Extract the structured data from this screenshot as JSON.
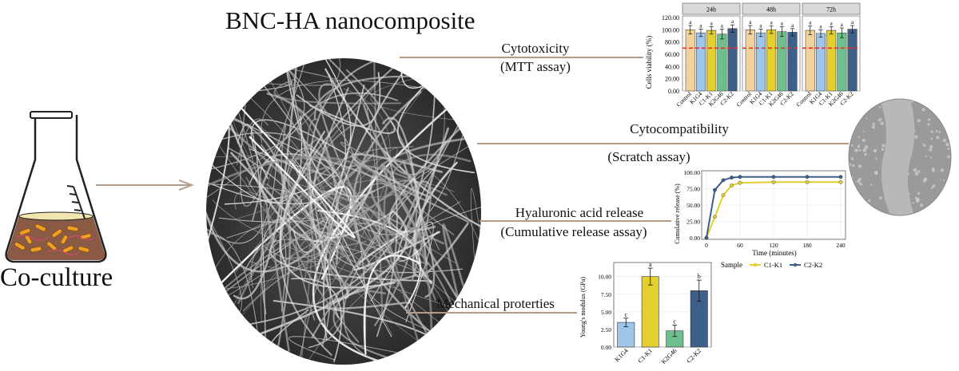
{
  "title": "BNC-HA nanocomposite",
  "left_label": "Co-culture",
  "labels": {
    "cytotoxicity": "Cytotoxicity",
    "mtt": "(MTT assay)",
    "cytocompat": "Cytocompatibility",
    "scratch": "(Scratch assay)",
    "ha_release": "Hyaluronic acid release",
    "cumulative": "(Cumulative release assay)",
    "mechanical": "Mechanical proterties"
  },
  "colors": {
    "connector": "#b59a84",
    "control": "#f2d29b",
    "k1g4": "#9fc5e8",
    "c1k1": "#e3cf2e",
    "k2g46": "#6fbf8e",
    "c2k2": "#3d5f8a",
    "threshold": "#e03030"
  },
  "chart_data": [
    {
      "type": "bar",
      "panels": [
        "24h",
        "48h",
        "72h"
      ],
      "categories": [
        "Control",
        "K1G4",
        "C1-K1",
        "K2G46",
        "C2-K2"
      ],
      "series": [
        {
          "values": [
            100,
            95,
            99,
            93,
            102
          ]
        },
        {
          "values": [
            100,
            95,
            100,
            97,
            96
          ]
        },
        {
          "values": [
            99,
            94,
            99,
            95,
            101
          ]
        }
      ],
      "letters": [
        "a",
        "a",
        "a",
        "a",
        "a"
      ],
      "errors": [
        7,
        6,
        6,
        8,
        6
      ],
      "threshold": 70,
      "ylabel": "Cells viability (%)",
      "yticks": [
        "0.00",
        "20.00",
        "40.00",
        "60.00",
        "80.00",
        "100.00",
        "120.00"
      ],
      "ylim": [
        0,
        120
      ]
    },
    {
      "type": "line",
      "x": [
        0,
        15,
        30,
        45,
        60,
        120,
        180,
        240
      ],
      "series": [
        {
          "name": "C1-K1",
          "values": [
            0,
            32,
            65,
            80,
            84,
            85,
            85,
            85
          ]
        },
        {
          "name": "C2-K2",
          "values": [
            0,
            73,
            88,
            92,
            93,
            93,
            93,
            93
          ]
        }
      ],
      "xlabel": "Time (minutes)",
      "ylabel": "Cumulative release (%)",
      "xticks": [
        "0",
        "60",
        "120",
        "180",
        "240"
      ],
      "yticks": [
        "0.00",
        "25.00",
        "50.00",
        "75.00",
        "100.00"
      ],
      "xlim": [
        0,
        240
      ],
      "ylim": [
        0,
        100
      ],
      "legend_title": "Sample"
    },
    {
      "type": "bar",
      "categories": [
        "K1G4",
        "C1-K1",
        "K2G46",
        "C2-K2"
      ],
      "values": [
        3.5,
        10.0,
        2.3,
        8.0
      ],
      "errors": [
        0.6,
        1.2,
        0.8,
        1.5
      ],
      "letters": [
        "c",
        "a",
        "c",
        "b"
      ],
      "ylabel": "Young's modulus (GPa)",
      "yticks": [
        "0.00",
        "2.50",
        "5.00",
        "7.50",
        "10.00"
      ],
      "ylim": [
        0,
        12
      ]
    }
  ]
}
